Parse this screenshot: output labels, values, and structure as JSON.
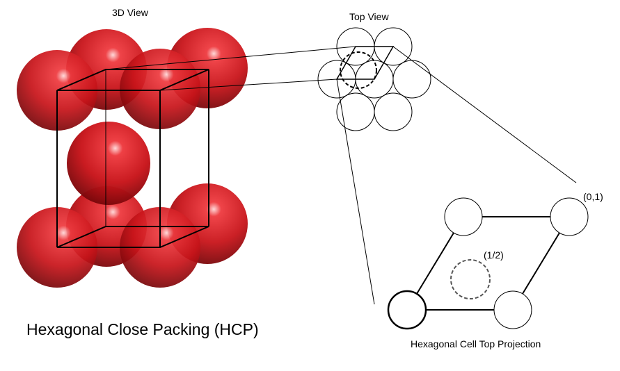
{
  "labels": {
    "view_3d": "3D View",
    "view_top": "Top View",
    "caption_main": "Hexagonal Close Packing (HCP)",
    "caption_projection": "Hexagonal Cell Top Projection",
    "coord_corner": "(0,1)",
    "coord_center": "(1/2)"
  },
  "colors": {
    "sphere": "#c8141a",
    "sphere_dark": "#6a0508",
    "line": "#000000",
    "background": "#ffffff"
  }
}
